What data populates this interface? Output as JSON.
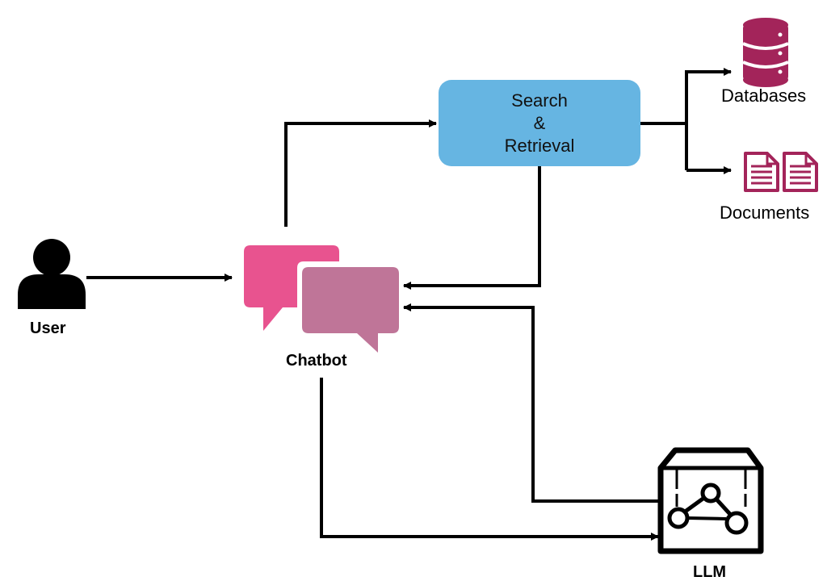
{
  "nodes": {
    "user": {
      "label": "User"
    },
    "chatbot": {
      "label": "Chatbot"
    },
    "search": {
      "line1": "Search",
      "line2": "&",
      "line3": "Retrieval"
    },
    "databases": {
      "label": "Databases"
    },
    "documents": {
      "label": "Documents"
    },
    "llm": {
      "label": "LLM"
    }
  },
  "colors": {
    "search_box": "#66b5e2",
    "chat_bubble_front": "#e8538f",
    "chat_bubble_back": "#bf7598",
    "data_icon": "#a3245a",
    "lines": "#000000"
  },
  "icons": {
    "user": "user-icon",
    "chatbot": "chat-bubbles-icon",
    "databases": "database-icon",
    "documents": "document-icon",
    "llm": "llm-box-icon"
  }
}
